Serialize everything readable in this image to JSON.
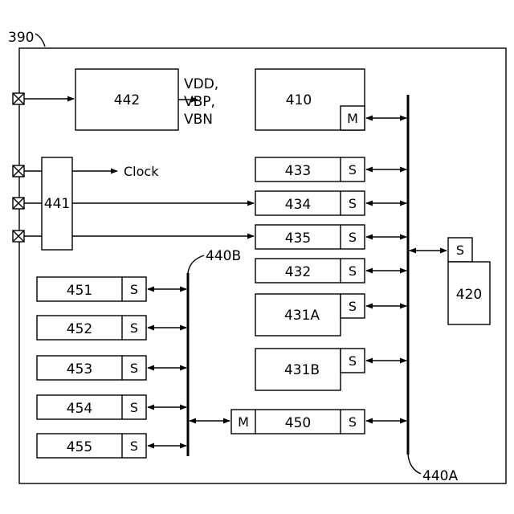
{
  "diagram": {
    "chip_label": "390",
    "power_gen": {
      "label": "442",
      "outputs": [
        "VDD,",
        "VBP,",
        "VBN"
      ]
    },
    "clock_gen": {
      "label": "441",
      "output": "Clock"
    },
    "master_cpu": {
      "label": "410",
      "port": "M"
    },
    "peripheral_420": {
      "label": "420",
      "port": "S"
    },
    "bus_a_label": "440A",
    "bus_b_label": "440B",
    "right_modules": [
      {
        "label": "433",
        "port": "S"
      },
      {
        "label": "434",
        "port": "S"
      },
      {
        "label": "435",
        "port": "S"
      },
      {
        "label": "432",
        "port": "S"
      },
      {
        "label": "431A",
        "port": "S"
      },
      {
        "label": "431B",
        "port": "S"
      }
    ],
    "bridge": {
      "label": "450",
      "left_port": "M",
      "right_port": "S"
    },
    "left_modules": [
      {
        "label": "451",
        "port": "S"
      },
      {
        "label": "452",
        "port": "S"
      },
      {
        "label": "453",
        "port": "S"
      },
      {
        "label": "454",
        "port": "S"
      },
      {
        "label": "455",
        "port": "S"
      }
    ]
  }
}
